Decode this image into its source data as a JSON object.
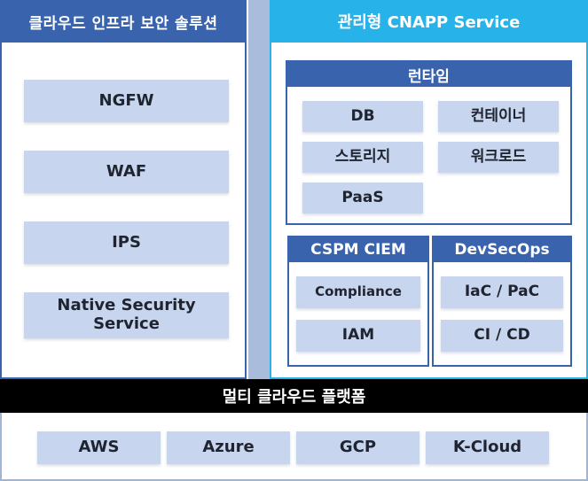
{
  "left_column": {
    "title": "클라우드 인프라 보안 솔루션",
    "items": [
      "NGFW",
      "WAF",
      "IPS",
      "Native Security Service"
    ]
  },
  "right_column": {
    "title": "관리형 CNAPP Service",
    "runtime": {
      "title": "런타임",
      "left_items": [
        "DB",
        "스토리지",
        "PaaS"
      ],
      "right_items": [
        "컨테이너",
        "워크로드"
      ]
    },
    "cspm_ciem": {
      "title": "CSPM CIEM",
      "items": [
        "Compliance",
        "IAM"
      ]
    },
    "devsecops": {
      "title": "DevSecOps",
      "items": [
        "IaC / PaC",
        "CI / CD"
      ]
    }
  },
  "platform": {
    "title": "멀티 클라우드 플랫폼",
    "items": [
      "AWS",
      "Azure",
      "GCP",
      "K-Cloud"
    ]
  },
  "colors": {
    "left_header": "#3a63ad",
    "right_header": "#27b3ea",
    "box_fill": "#c7d6ee",
    "platform_bar": "#000000"
  }
}
